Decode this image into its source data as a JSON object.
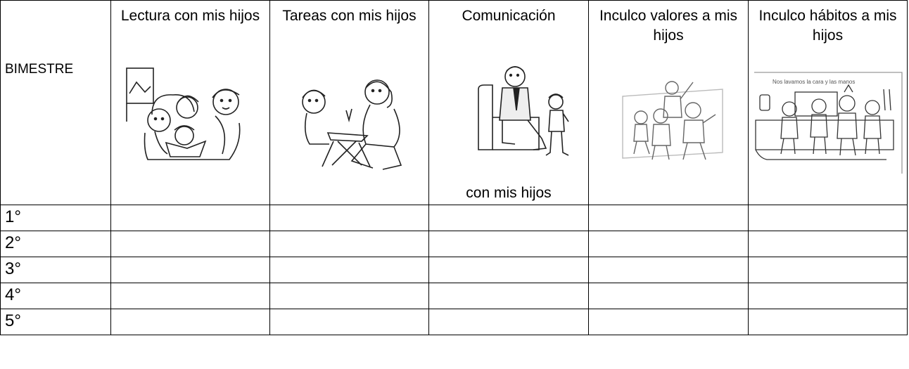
{
  "table": {
    "corner_label": "BIMESTRE",
    "columns": [
      {
        "title": "Lectura con mis hijos",
        "icon": "family-reading-illustration"
      },
      {
        "title": "Tareas con mis hijos",
        "icon": "homework-illustration"
      },
      {
        "title": "Comunicación",
        "subtitle": "con mis hijos",
        "icon": "father-son-talking-illustration"
      },
      {
        "title": "Inculco valores a mis hijos",
        "icon": "family-values-illustration"
      },
      {
        "title": "Inculco hábitos a mis hijos",
        "icon": "washing-hands-illustration"
      }
    ],
    "rows": [
      {
        "label": "1°"
      },
      {
        "label": "2°"
      },
      {
        "label": "3°"
      },
      {
        "label": "4°"
      },
      {
        "label": "5°"
      }
    ],
    "caption_in_image": "Nos lavamos la cara y las manos"
  }
}
